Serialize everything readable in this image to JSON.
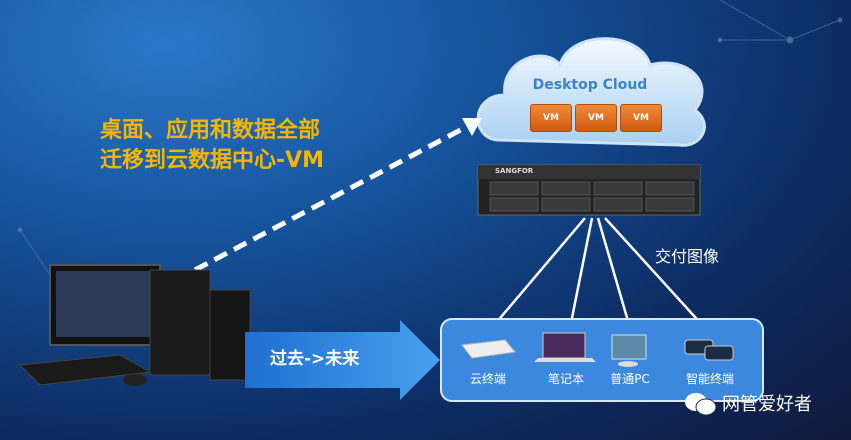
{
  "headline": {
    "line1": "桌面、应用和数据全部",
    "line2": "迁移到云数据中心-VM"
  },
  "cloud": {
    "title": "Desktop Cloud",
    "vms": [
      "VM",
      "VM",
      "VM"
    ]
  },
  "server": {
    "brand": "SANGFOR"
  },
  "delivery_label": "交付图像",
  "transition_label": "过去->未来",
  "devices": [
    {
      "label": "云终端"
    },
    {
      "label": "笔记本"
    },
    {
      "label": "普通PC"
    },
    {
      "label": "智能终端"
    }
  ],
  "watermark": "网管爱好者",
  "colors": {
    "headline": "#f7b500",
    "device_box": "#3b88de",
    "vm": "#e0701f"
  }
}
